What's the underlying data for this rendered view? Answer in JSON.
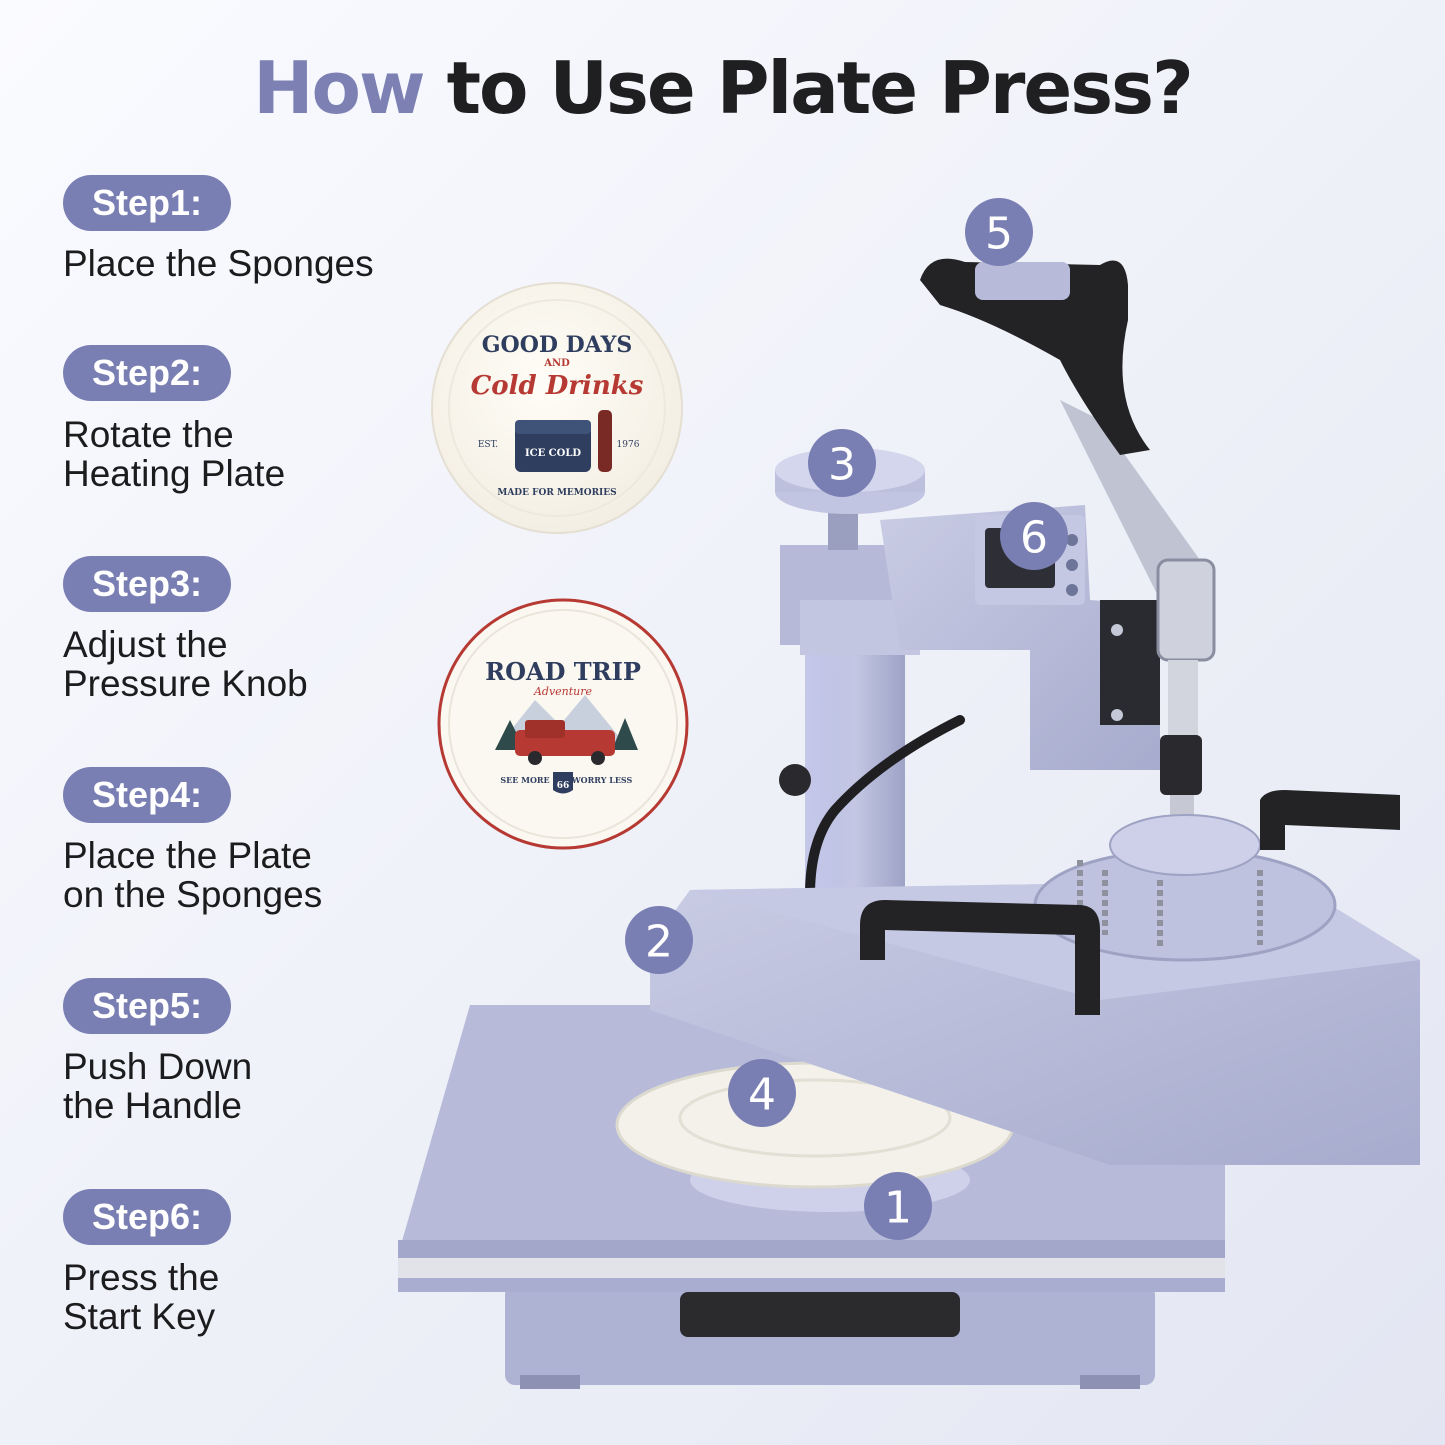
{
  "title": {
    "accent": "How",
    "rest": "to Use Plate Press?"
  },
  "steps": [
    {
      "badge": "Step1:",
      "text": "Place the Sponges"
    },
    {
      "badge": "Step2:",
      "text": "Rotate the\nHeating Plate"
    },
    {
      "badge": "Step3:",
      "text": "Adjust the\nPressure Knob"
    },
    {
      "badge": "Step4:",
      "text": "Place the Plate\non the Sponges"
    },
    {
      "badge": "Step5:",
      "text": "Push Down\nthe Handle"
    },
    {
      "badge": "Step6:",
      "text": "Press the\nStart Key"
    }
  ],
  "markers": [
    "1",
    "2",
    "3",
    "4",
    "5",
    "6"
  ],
  "plate1": {
    "line1": "GOOD DAYS",
    "line2": "AND",
    "line3": "Cold Drinks",
    "est": "EST.",
    "year": "1976",
    "cooler_label": "ICE COLD",
    "bottom": "MADE FOR MEMORIES"
  },
  "plate2": {
    "line1": "ROAD TRIP",
    "line2": "Adventure",
    "left": "SEE MORE",
    "right": "WORRY LESS",
    "route": "66"
  },
  "colors": {
    "accent": "#7c80b3",
    "badge": "#7a7fb3",
    "machine": "#b9bdd9",
    "machine_dark": "#9ca1c4",
    "handle": "#222222",
    "plate_red": "#b63a33",
    "plate_navy": "#2f3e5e"
  }
}
